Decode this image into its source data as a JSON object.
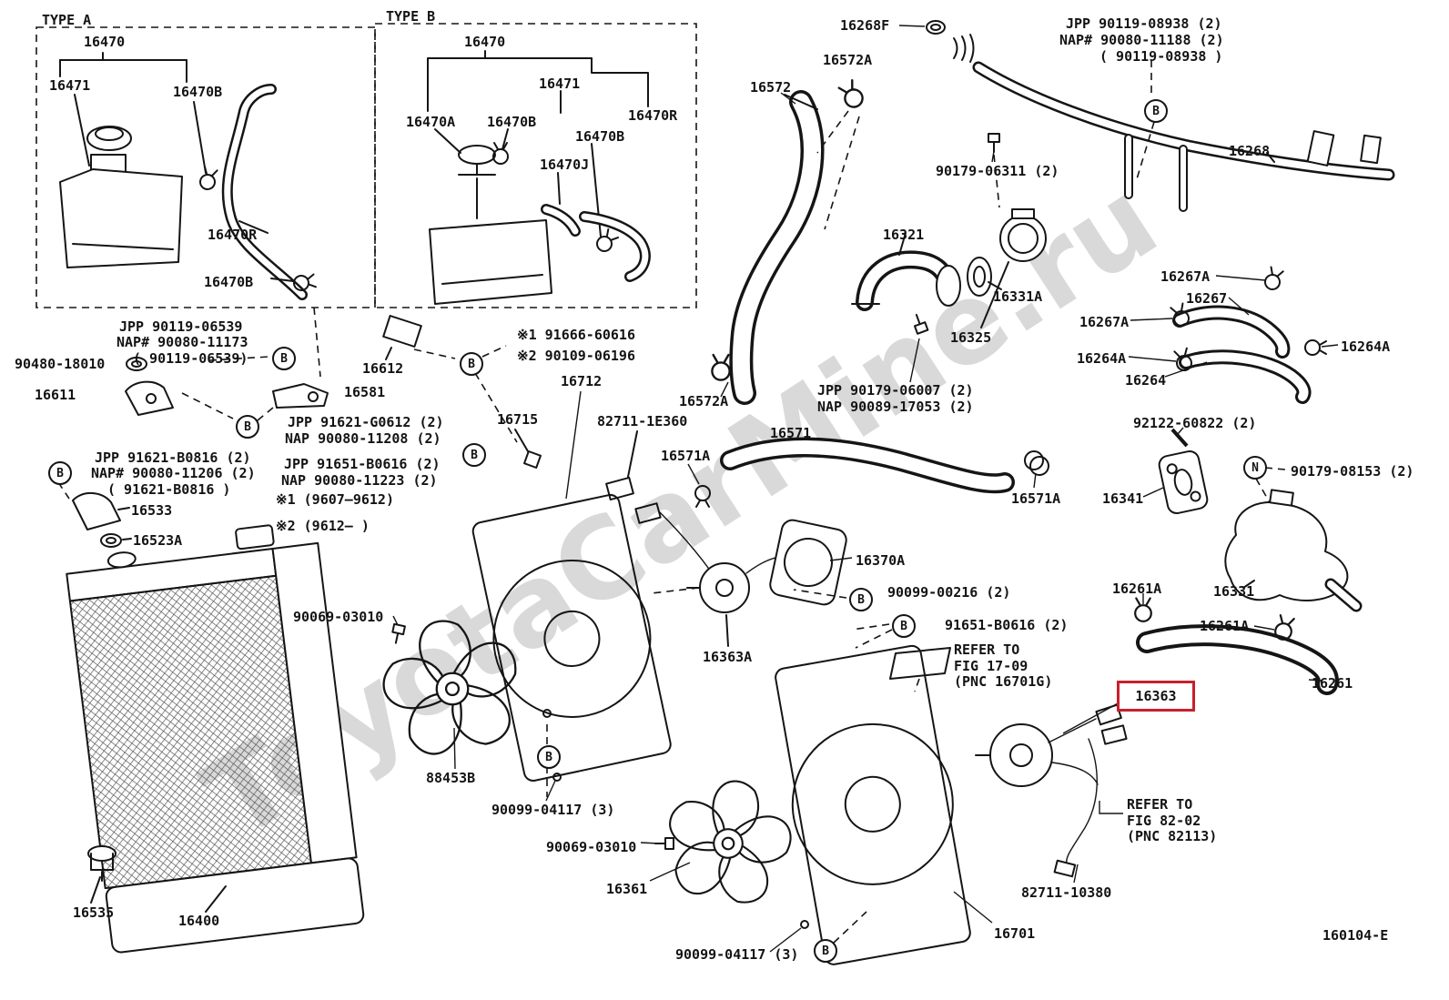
{
  "watermark": "ToyotaCarMine.ru",
  "highlight": {
    "part": "16363",
    "color": "#c8202c"
  },
  "markers": {
    "b": "B",
    "n": "N"
  },
  "labels": {
    "typeA_title": "TYPE A",
    "a_16470": "16470",
    "a_16471": "16471",
    "a_16470B_1": "16470B",
    "a_16470R": "16470R",
    "a_16470B_2": "16470B",
    "typeB_title": "TYPE B",
    "b_16470": "16470",
    "b_16471": "16471",
    "b_16470A": "16470A",
    "b_16470B_1": "16470B",
    "b_16470R": "16470R",
    "b_16470B_2": "16470B",
    "b_16470J": "16470J",
    "jpp_06539_l1": "JPP  90119-06539",
    "jpp_06539_l2": "NAP# 90080-11173",
    "jpp_06539_l3": "( 90119-06539)",
    "p90480": "90480-18010",
    "p16611": "16611",
    "p16612": "16612",
    "p16581": "16581",
    "jpp_g0612_l1": "JPP 91621-G0612 (2)",
    "jpp_g0612_l2": "NAP 90080-11208 (2)",
    "jpp_b0816_l1": "JPP  91621-B0816 (2)",
    "jpp_b0816_l2": "NAP# 90080-11206 (2)",
    "jpp_b0816_l3": "( 91621-B0816 )",
    "jpp_b0616_l1": "JPP 91651-B0616 (2)",
    "jpp_b0616_l2": "NAP 90080-11223 (2)",
    "note1": "※1  (9607–9612)",
    "note2": "※2  (9612–    )",
    "p16533": "16533",
    "p16523A": "16523A",
    "p90069_1": "90069-03010",
    "p16535": "16535",
    "p16400": "16400",
    "p88453B": "88453B",
    "p90099_1": "90099-04117 (3)",
    "p90069_2": "90069-03010",
    "p16361": "16361",
    "p90099_2": "90099-04117 (3)",
    "star1": "※1 91666-60616",
    "star2": "※2 90109-06196",
    "p16712": "16712",
    "p16715": "16715",
    "p82711_1E360": "82711-1E360",
    "p16571A_l": "16571A",
    "p16572A_b": "16572A",
    "p16572": "16572",
    "p16572A_t": "16572A",
    "p16268F": "16268F",
    "p16571": "16571",
    "jpp_06007_l1": "JPP 90179-06007 (2)",
    "jpp_06007_l2": "NAP 90089-17053 (2)",
    "p16370A": "16370A",
    "p90099_00216": "90099-00216 (2)",
    "p91651": "91651-B0616 (2)",
    "p16363A": "16363A",
    "refer1": "REFER TO\nFIG 17-09\n(PNC 16701G)",
    "p16363": "16363",
    "p82711_10380": "82711-10380",
    "p16701": "16701",
    "refer2": "REFER TO\nFIG 82-02\n(PNC 82113)",
    "jpp_08938_l1": "JPP  90119-08938 (2)",
    "jpp_08938_l2": "NAP# 90080-11188 (2)",
    "jpp_08938_l3": "( 90119-08938 )",
    "p16268": "16268",
    "p90179_06311": "90179-06311 (2)",
    "p16321": "16321",
    "p16331A": "16331A",
    "p16325": "16325",
    "p16267A_t": "16267A",
    "p16267": "16267",
    "p16267A_l": "16267A",
    "p16264A_r": "16264A",
    "p16264A_l": "16264A",
    "p16264": "16264",
    "p92122": "92122-60822 (2)",
    "p90179_08153": "90179-08153 (2)",
    "p16341": "16341",
    "p16331": "16331",
    "p16261A_l": "16261A",
    "p16261A_r": "16261A",
    "p16261": "16261",
    "p16571A_r": "16571A",
    "diagram_code": "160104-E"
  }
}
